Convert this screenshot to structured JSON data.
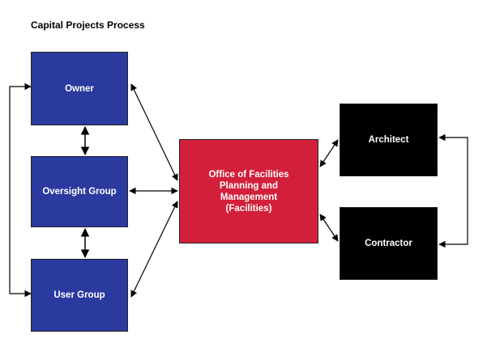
{
  "title": "Capital Projects Process",
  "nodes": {
    "owner": "Owner",
    "oversight": "Oversight Group",
    "user_group": "User Group",
    "facilities": "Office of Facilities\nPlanning and\nManagement\n(Facilities)",
    "architect": "Architect",
    "contractor": "Contractor"
  },
  "colors": {
    "blue": "#2b3a9e",
    "red": "#d2203a",
    "black": "#000000"
  }
}
